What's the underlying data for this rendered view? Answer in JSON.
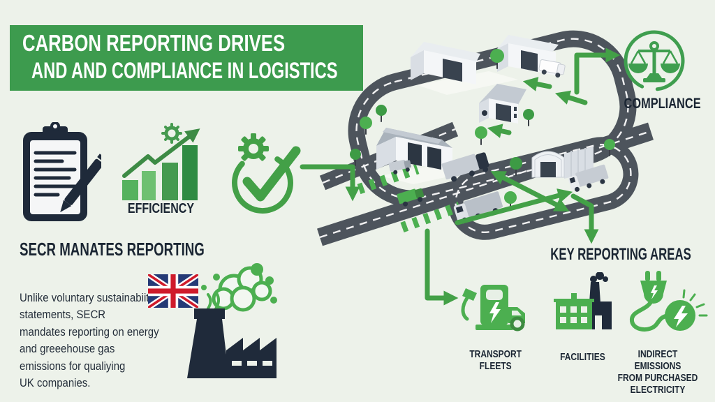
{
  "banner": {
    "title_line1": "CARBON REPORTING DRIVES",
    "title_line2": "AND AND COMPLIANCE IN LOGISTICS"
  },
  "efficiency": {
    "label": "EFFICIENCY"
  },
  "secr": {
    "heading": "SECR MANATES REPORTING",
    "body": "Unlike voluntary sustainabiity\nstatements, SECR\nmandates reporting on energy\nand greeehouse gas\nemissions for qualiying\nUK companies."
  },
  "compliance": {
    "label": "COMPLIANCE"
  },
  "key_reporting": {
    "heading": "KEY REPORTING AREAS",
    "areas": [
      {
        "label": "TRANSPORT\nFLEETS"
      },
      {
        "label": "FACILITIES"
      },
      {
        "label": "INDIRECT EMISSIONS\nFROM PURCHASED\nELECTRICITY"
      }
    ]
  },
  "icons": {
    "clipboard": "clipboard-pen-icon",
    "efficiency": "efficiency-growth-chart-icon",
    "verified": "gear-checkmark-icon",
    "uk": "uk-flag-icon",
    "emissions": "factory-smoke-icon",
    "compliance": "scales-icon",
    "transport": "fuel-pump-truck-icon",
    "facilities": "factory-building-icon",
    "electricity": "plug-bolt-icon",
    "map": "logistics-road-map-illustration"
  },
  "colors": {
    "banner_green": "#3d9b4e",
    "accent_green": "#43a047",
    "leaf_green": "#4caf50",
    "dark_navy": "#1f2a3a",
    "text_dark": "#1b2633",
    "background": "#edf2ea",
    "road_gray": "#4d545c",
    "flag_blue": "#253a76",
    "flag_red": "#cf1b2b"
  }
}
